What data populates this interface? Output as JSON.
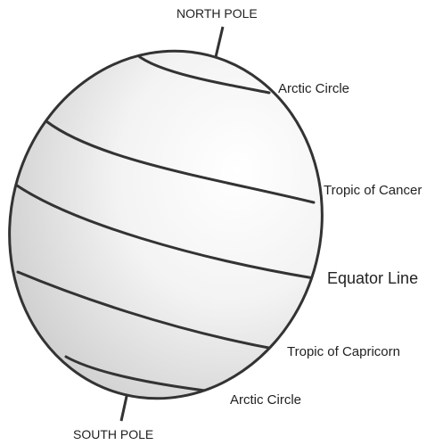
{
  "labels": {
    "north_pole": "NORTH POLE",
    "arctic_circle_top": "Arctic Circle",
    "tropic_of_cancer": "Tropic of Cancer",
    "equator": "Equator Line",
    "tropic_of_capricorn": "Tropic of Capricorn",
    "arctic_circle_bottom": "Arctic Circle",
    "south_pole": "SOUTH POLE"
  },
  "colors": {
    "line": "#333333",
    "globe_light": "#ffffff",
    "globe_shade": "#cfcfcf"
  }
}
